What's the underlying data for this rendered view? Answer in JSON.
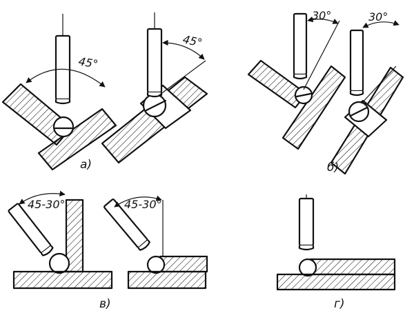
{
  "panels": [
    {
      "id": "a",
      "label": "а)",
      "angles": [
        "45°",
        "45°"
      ]
    },
    {
      "id": "b",
      "label": "б)",
      "angles": [
        "30°",
        "30°"
      ]
    },
    {
      "id": "v",
      "label": "в)",
      "angles": [
        "45-30°",
        "45-30°"
      ]
    },
    {
      "id": "g",
      "label": "г)",
      "angles": []
    }
  ],
  "colors": {
    "ink": "#111111",
    "background": "#ffffff"
  }
}
